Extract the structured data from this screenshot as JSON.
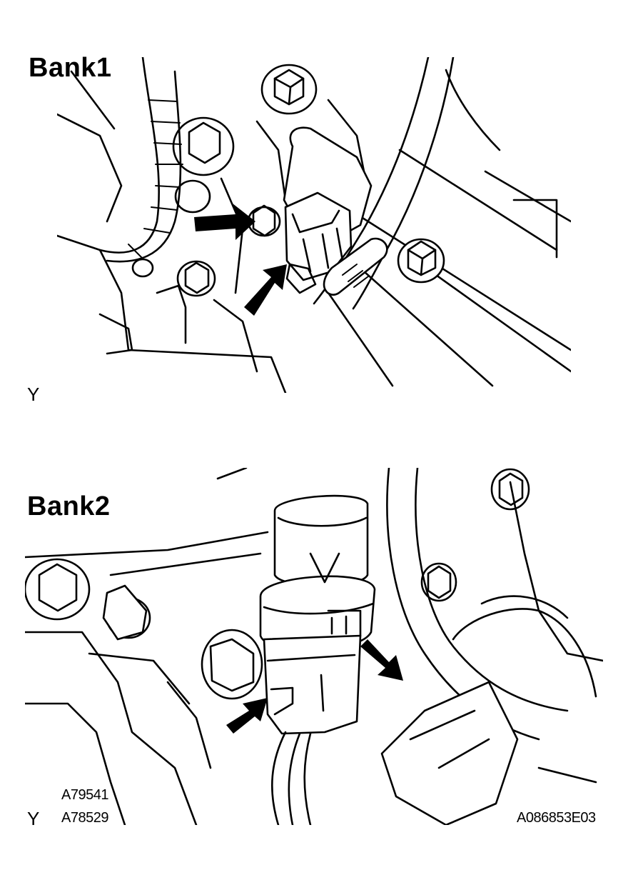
{
  "bank1": {
    "title": "Bank1",
    "view_label": "Y"
  },
  "bank2": {
    "title": "Bank2",
    "view_label": "Y"
  },
  "ref_codes": {
    "a": "A79541",
    "b": "A78529",
    "c": "A086853E03"
  },
  "colors": {
    "line": "#000000",
    "background": "#ffffff"
  }
}
